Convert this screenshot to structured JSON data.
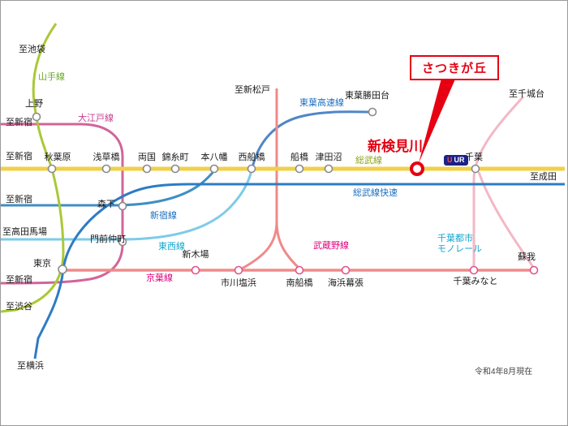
{
  "meta": {
    "as_of_label": "令和4年8月現在"
  },
  "callout": {
    "text": "さつきが丘"
  },
  "ur_badge": {
    "mark": "U",
    "text": "UR"
  },
  "colors": {
    "highlight_red": "#e60012",
    "yamanote_line": "#abc837",
    "sobu_line": "#f0d04a",
    "sobu_rapid_line": "#2e7cc3",
    "oedo_line": "#d2649a",
    "shinjuku_line": "#3f8fc5",
    "tozai_line": "#7ecbe8",
    "toyo_line": "#4f86c8",
    "keiyo_line": "#ef8a8a",
    "musashino_line": "#ef8a8a",
    "monorail_line": "#f3b7c5",
    "station_outline": "#8a8a8a",
    "keiyo_station_outline": "#e0558c",
    "ur_navy": "#1d2088",
    "label_yamanote": "#69a828",
    "label_oedo": "#c73b8f",
    "label_sobu": "#8aa319",
    "label_sobu_rapid": "#1b6fbf",
    "label_toyo": "#1b6fbf",
    "label_shinjuku": "#1b6fbf",
    "label_tozai": "#12a5cf",
    "label_musashino": "#e0007f",
    "label_keiyo": "#e0007f",
    "label_monorail": "#12a5cf",
    "text_dark": "#1a1a1a"
  },
  "line_labels": {
    "yamanote": "山手線",
    "oedo": "大江戸線",
    "sobu": "総武線",
    "sobu_rapid": "総武線快速",
    "toyo": "東葉高速線",
    "shinjuku": "新宿線",
    "tozai": "東西線",
    "musashino": "武蔵野線",
    "keiyo": "京葉線",
    "monorail": "千葉都市\nモノレール"
  },
  "stations": {
    "ueno": "上野",
    "akihabara": "秋葉原",
    "asakusabashi": "浅草橋",
    "ryogoku": "両国",
    "kinshicho": "錦糸町",
    "motoyawata": "本八幡",
    "nishi_funabashi": "西船橋",
    "funabashi": "船橋",
    "tsudanuma": "津田沼",
    "chiba": "千葉",
    "toyo_katsutadai": "東葉勝田台",
    "morishita": "森下",
    "monzen_nakacho": "門前仲町",
    "tokyo": "東京",
    "shin_kiba": "新木場",
    "ichikawa_shiohama": "市川塩浜",
    "minami_funabashi": "南船橋",
    "kaihin_makuhari": "海浜幕張",
    "chiba_minato": "千葉みなと",
    "soga": "蘇我",
    "shin_kemigawa": "新検見川"
  },
  "endpoints": {
    "ikebukuro": "至池袋",
    "shinjuku_oedo_north": "至新宿",
    "shinjuku_sobu": "至新宿",
    "shinjuku_shinjuku_line": "至新宿",
    "takadanobaba": "至高田馬場",
    "shinjuku_oedo_south": "至新宿",
    "shibuya": "至渋谷",
    "yokohama": "至横浜",
    "shin_matsudo": "至新松戸",
    "chishirodai": "至千城台",
    "narita": "至成田"
  }
}
